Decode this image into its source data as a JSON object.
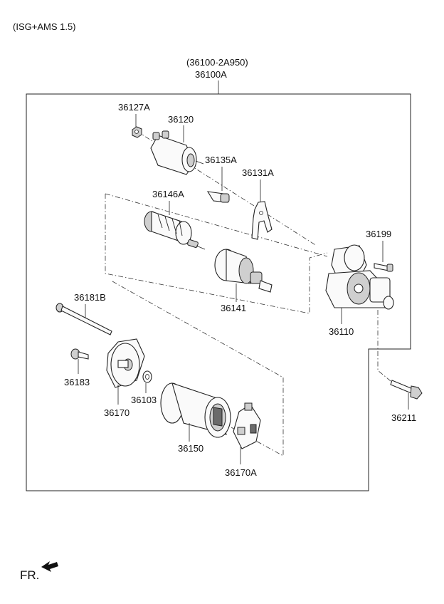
{
  "header": {
    "variant": "(ISG+AMS 1.5)"
  },
  "assembly": {
    "alt_number": "(36100-2A950)",
    "number": "36100A"
  },
  "parts": {
    "p36127A": "36127A",
    "p36120": "36120",
    "p36135A": "36135A",
    "p36131A": "36131A",
    "p36146A": "36146A",
    "p36199": "36199",
    "p36141": "36141",
    "p36181B": "36181B",
    "p36110": "36110",
    "p36183": "36183",
    "p36103": "36103",
    "p36170": "36170",
    "p36150": "36150",
    "p36211": "36211",
    "p36170A": "36170A"
  },
  "orientation": {
    "label": "FR."
  }
}
